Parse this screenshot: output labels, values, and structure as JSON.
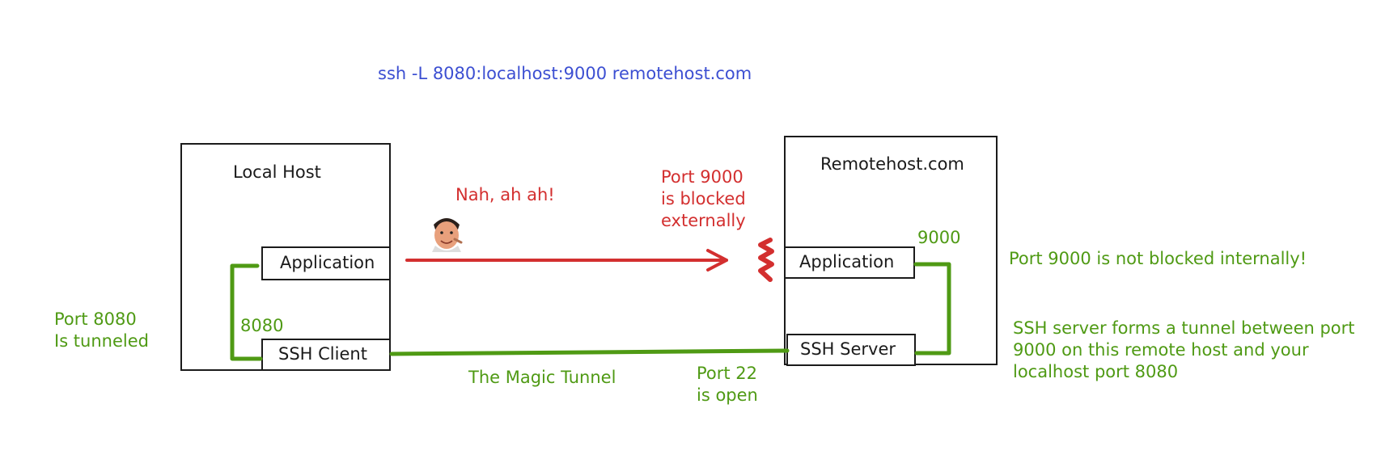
{
  "command": "ssh -L 8080:localhost:9000 remotehost.com",
  "local_host": {
    "title": "Local Host",
    "application_label": "Application",
    "ssh_client_label": "SSH Client",
    "port_label": "8080"
  },
  "remote_host": {
    "title": "Remotehost.com",
    "application_label": "Application",
    "ssh_server_label": "SSH Server",
    "port_label": "9000"
  },
  "annotations": {
    "nah": "Nah, ah ah!",
    "port_9000_blocked": "Port 9000\nis blocked\nexternally",
    "port_8080_tunneled": "Port 8080\nIs tunneled",
    "magic_tunnel": "The Magic Tunnel",
    "port_22_open": "Port 22\nis open",
    "port_9000_internal": "Port 9000 is not blocked internally!",
    "ssh_server_explain": "SSH server forms a tunnel between port\n9000 on this remote host and your\nlocalhost port 8080"
  },
  "colors": {
    "command": "#3c4fd2",
    "blocked": "#d32f2f",
    "tunnel": "#4f9a14",
    "box": "#1b1b1b"
  }
}
